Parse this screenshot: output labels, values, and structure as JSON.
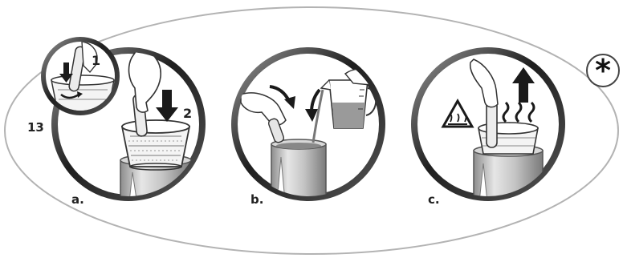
{
  "step_number": "13",
  "sub_labels": {
    "first": "1",
    "second": "2"
  },
  "panel_labels": {
    "a": "a.",
    "b": "b.",
    "c": "c."
  },
  "symbol": "*",
  "icons": [
    "hand-icon",
    "basket-icon",
    "down-arrow-icon",
    "up-arrow-icon",
    "measuring-jug-icon",
    "hot-surface-warning-icon",
    "steam-icon",
    "pan-icon"
  ],
  "colors": {
    "outline": "#a0a0a0",
    "ring_dark": "#2a2a2a",
    "metal": "#bdbdbd",
    "liquid": "#777777"
  }
}
